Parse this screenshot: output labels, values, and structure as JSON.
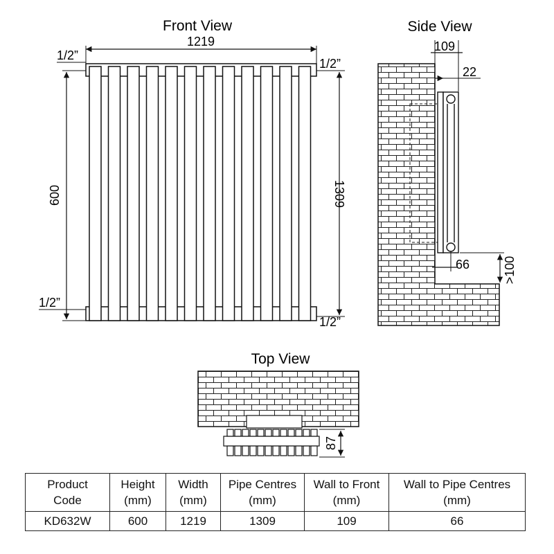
{
  "views": {
    "front": {
      "title": "Front View",
      "width_label": "1219",
      "height_label": "600",
      "pipe_centres_label": "1309",
      "conn_top_left": "1/2”",
      "conn_top_right": "1/2”",
      "conn_bottom_left": "1/2”",
      "conn_bottom_right": "1/2”"
    },
    "side": {
      "title": "Side View",
      "wall_to_front_label": "109",
      "pipe_offset_label": "22",
      "wall_to_pipe_label": "66",
      "floor_clearance_label": ">100"
    },
    "top": {
      "title": "Top View",
      "depth_label": "87"
    }
  },
  "table": {
    "headers": [
      [
        "Product",
        "Code"
      ],
      [
        "Height",
        "(mm)"
      ],
      [
        "Width",
        "(mm)"
      ],
      [
        "Pipe Centres",
        "(mm)"
      ],
      [
        "Wall to Front",
        "(mm)"
      ],
      [
        "Wall to Pipe Centres",
        "(mm)"
      ]
    ],
    "rows": [
      [
        "KD632W",
        "600",
        "1219",
        "1309",
        "109",
        "66"
      ]
    ]
  }
}
